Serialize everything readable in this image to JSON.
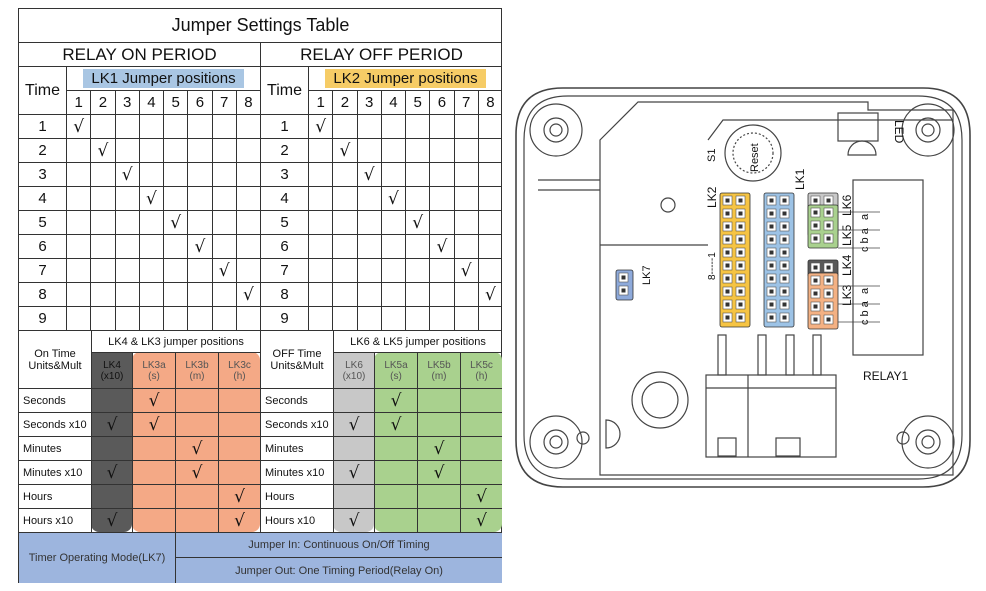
{
  "table": {
    "title": "Jumper Settings Table",
    "on_header": "RELAY ON PERIOD",
    "off_header": "RELAY OFF PERIOD",
    "time_label": "Time",
    "lk1_label": "LK1 Jumper positions",
    "lk2_label": "LK2 Jumper positions",
    "positions": [
      "1",
      "2",
      "3",
      "4",
      "5",
      "6",
      "7",
      "8"
    ],
    "times": [
      "1",
      "2",
      "3",
      "4",
      "5",
      "6",
      "7",
      "8",
      "9"
    ],
    "check": "√",
    "on_units_label_1": "On Time",
    "on_units_label_2": "Units&Mult",
    "off_units_label_1": "OFF Time",
    "off_units_label_2": "Units&Mult",
    "lk43_header": "LK4 & LK3 jumper positions",
    "lk65_header": "LK6 & LK5 jumper positions",
    "on_cols": [
      {
        "name": "LK4",
        "sub": "(x10)"
      },
      {
        "name": "LK3a",
        "sub": "(s)"
      },
      {
        "name": "LK3b",
        "sub": "(m)"
      },
      {
        "name": "LK3c",
        "sub": "(h)"
      }
    ],
    "off_cols": [
      {
        "name": "LK6",
        "sub": "(x10)"
      },
      {
        "name": "LK5a",
        "sub": "(s)"
      },
      {
        "name": "LK5b",
        "sub": "(m)"
      },
      {
        "name": "LK5c",
        "sub": "(h)"
      }
    ],
    "unit_rows": [
      "Seconds",
      "Seconds x10",
      "Minutes",
      "Minutes x10",
      "Hours",
      "Hours x10"
    ],
    "unit_checks": [
      [
        1
      ],
      [
        0,
        1
      ],
      [
        2
      ],
      [
        0,
        2
      ],
      [
        3
      ],
      [
        0,
        3
      ]
    ],
    "mode_label": "Timer Operating Mode(LK7)",
    "mode_in": "Jumper In: Continuous On/Off Timing",
    "mode_out": "Jumper Out: One Timing Period(Relay On)",
    "colors": {
      "lk1": "#a9c6e3",
      "lk2": "#f6cc66",
      "lk4": "#5a5a5a",
      "lk3": "#f4a986",
      "lk6": "#c8c8c8",
      "lk5": "#a9d18e",
      "mode": "#9db5de"
    }
  },
  "board": {
    "led": "LED",
    "reset": "Reset",
    "s1": "S1",
    "lk2": "LK2",
    "lk1": "LK1",
    "lk6": "LK6",
    "lk5": "LK5",
    "lk4": "LK4",
    "lk3": "LK3",
    "lk7": "LK7",
    "relay": "RELAY1",
    "scale": "8-----1",
    "cba_top": "c b a",
    "cba_bottom": "c b a",
    "lk6_letters": "a",
    "lk3_letters": "a",
    "colors": {
      "yellow": "#f6c443",
      "blue": "#9dc3e6",
      "grey": "#c9c9c9",
      "green": "#a9d18e",
      "dark": "#595959",
      "orange": "#f4b183",
      "lk7": "#8eaadb"
    }
  }
}
